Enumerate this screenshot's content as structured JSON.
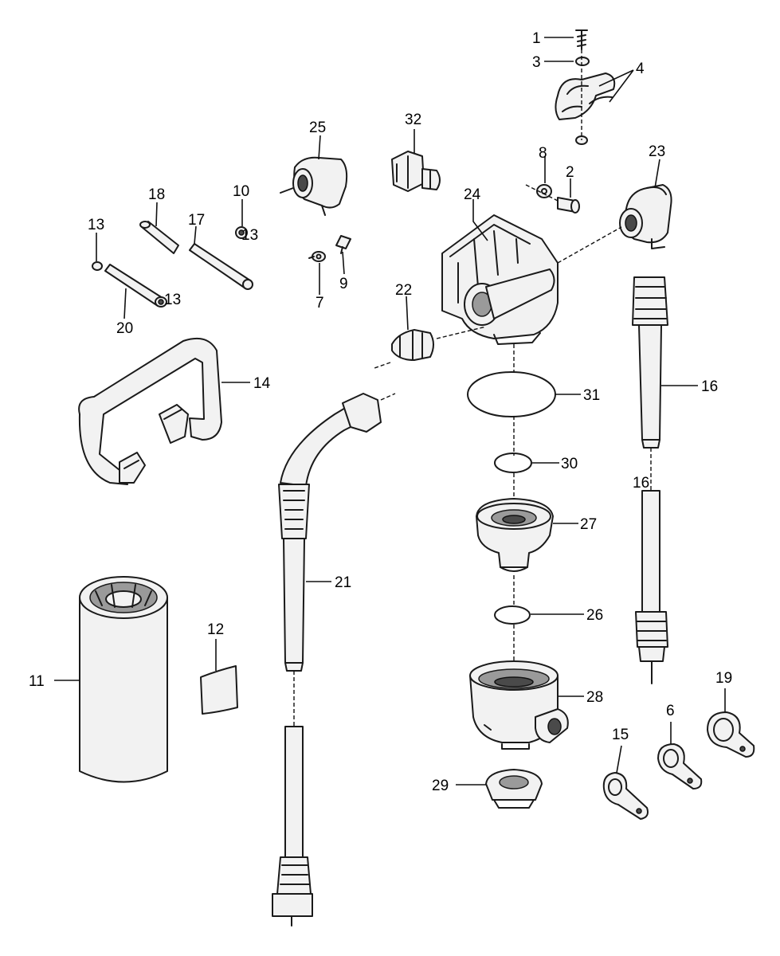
{
  "callouts": {
    "c1": "1",
    "c2": "2",
    "c3": "3",
    "c4": "4",
    "c6": "6",
    "c7": "7",
    "c8": "8",
    "c9": "9",
    "c10": "10",
    "c11": "11",
    "c12": "12",
    "c13a": "13",
    "c13b": "13",
    "c13c": "13",
    "c14": "14",
    "c15": "15",
    "c16a": "16",
    "c16b": "16",
    "c17": "17",
    "c18": "18",
    "c19": "19",
    "c20": "20",
    "c21": "21",
    "c22": "22",
    "c23": "23",
    "c24": "24",
    "c25": "25",
    "c26": "26",
    "c27": "27",
    "c28": "28",
    "c29": "29",
    "c30": "30",
    "c31": "31",
    "c32": "32"
  }
}
